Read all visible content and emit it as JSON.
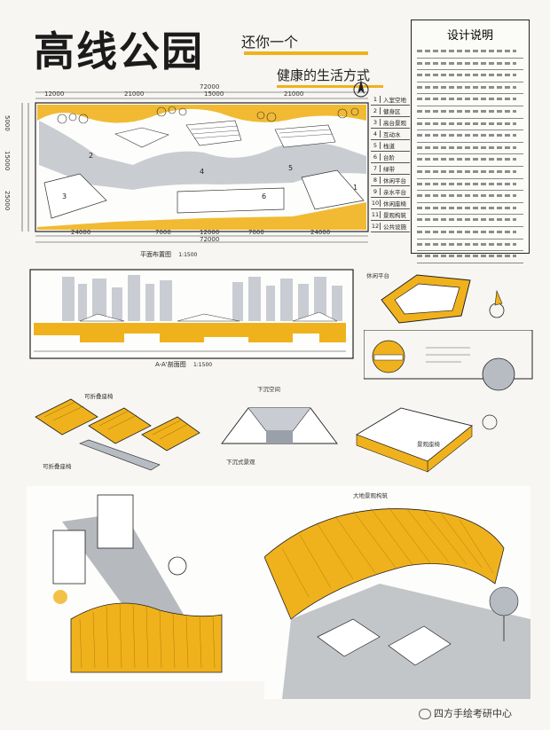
{
  "header": {
    "title": "高线公园",
    "slogan_line1": "还你一个",
    "slogan_line2": "健康的生活方式"
  },
  "design_notes": {
    "title": "设计说明"
  },
  "plan": {
    "caption": "平面布置图",
    "scale": "1:1500",
    "dim_top_total": "72000",
    "dim_top_segments": [
      "12000",
      "21000",
      "15000",
      "21000"
    ],
    "dim_bottom_total": "72000",
    "dim_bottom_segments": [
      "24000",
      "7000",
      "12000",
      "7000",
      "24000"
    ],
    "dim_left": [
      "5000",
      "15000",
      "25000"
    ]
  },
  "legend": {
    "items": [
      {
        "num": "1",
        "label": "入室空地"
      },
      {
        "num": "2",
        "label": "健身区"
      },
      {
        "num": "3",
        "label": "高台景观"
      },
      {
        "num": "4",
        "label": "互动水"
      },
      {
        "num": "5",
        "label": "栈道"
      },
      {
        "num": "6",
        "label": "台阶"
      },
      {
        "num": "7",
        "label": "绿带"
      },
      {
        "num": "8",
        "label": "休闲平台"
      },
      {
        "num": "9",
        "label": "亲水平台"
      },
      {
        "num": "10",
        "label": "休闲座椅"
      },
      {
        "num": "11",
        "label": "景观构筑"
      },
      {
        "num": "12",
        "label": "公共设施"
      }
    ]
  },
  "section": {
    "caption": "A-A'剖面图",
    "scale": "1:1500"
  },
  "details": {
    "label_seat_top": "可折叠座椅",
    "label_sunken": "下沉空间",
    "caption_seat": "可折叠座椅",
    "caption_sunken": "下沉式景观",
    "label_platform": "休闲平台",
    "label_bench": "景观座椅"
  },
  "perspective": {
    "label": "大地景观构筑"
  },
  "footer": {
    "signature": "四方手绘考研中心"
  },
  "colors": {
    "accent": "#f0b21c",
    "ink": "#1b1b1b",
    "gray": "#9aa0a8",
    "paper": "#f7f6f2"
  }
}
